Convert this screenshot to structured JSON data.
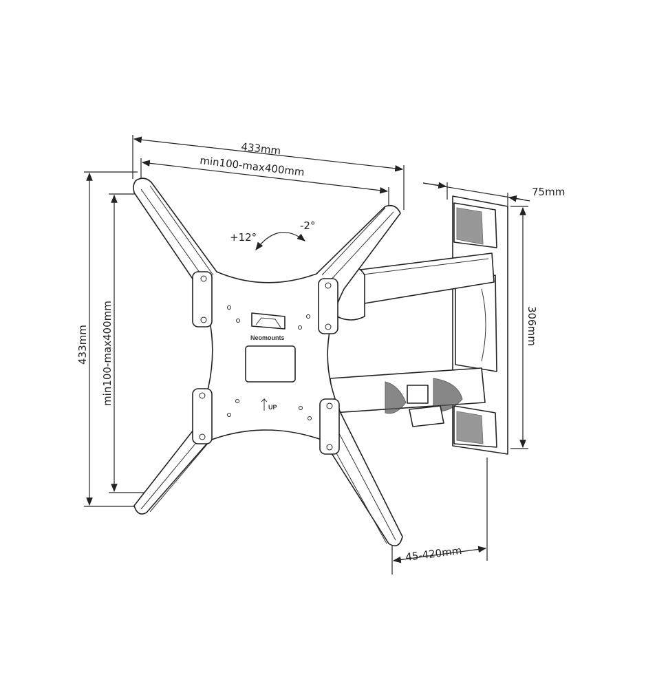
{
  "dimensions": {
    "overall_width": "433mm",
    "vesa_width": "min100-max400mm",
    "overall_height": "433mm",
    "vesa_height": "min100-max400mm",
    "depth": "75mm",
    "wall_plate_height": "306mm",
    "extension": "45-420mm"
  },
  "tilt": {
    "up": "+12°",
    "down": "-2°"
  },
  "plate": {
    "brand": "Neomounts",
    "up_label": "UP"
  },
  "colors": {
    "line": "#222222",
    "background": "#ffffff"
  }
}
